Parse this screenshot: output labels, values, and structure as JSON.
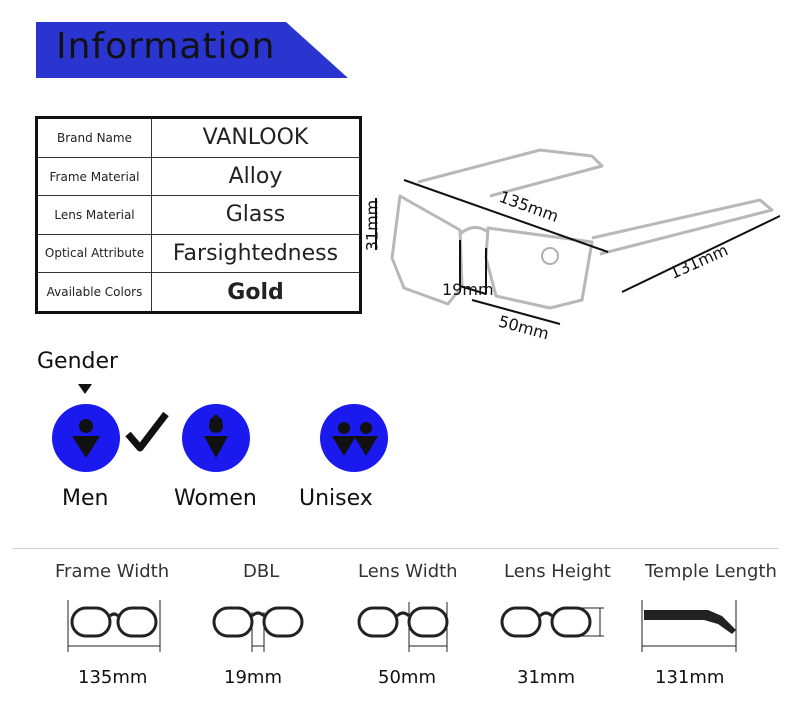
{
  "banner": {
    "title": "Information",
    "color": "#2a35cf"
  },
  "specs": [
    {
      "label": "Brand Name",
      "value": "VANLOOK"
    },
    {
      "label": "Frame Material",
      "value": "Alloy"
    },
    {
      "label": "Lens Material",
      "value": "Glass"
    },
    {
      "label": "Optical Attribute",
      "value": "Farsightedness"
    },
    {
      "label": "Available Colors",
      "value": "Gold"
    }
  ],
  "drawing": {
    "frame_width": "135mm",
    "lens_height": "31mm",
    "bridge": "19mm",
    "lens_width": "50mm",
    "temple": "131mm"
  },
  "gender": {
    "label": "Gender",
    "selected": "Men",
    "options": [
      {
        "name": "Men",
        "icon": "man-icon"
      },
      {
        "name": "Women",
        "icon": "woman-icon"
      },
      {
        "name": "Unisex",
        "icon": "unisex-icon"
      }
    ],
    "circle_color": "#1a1aee"
  },
  "measurements": [
    {
      "label": "Frame Width",
      "value": "135mm",
      "icon": "frame-width-icon"
    },
    {
      "label": "DBL",
      "value": "19mm",
      "icon": "bridge-width-icon"
    },
    {
      "label": "Lens Width",
      "value": "50mm",
      "icon": "lens-width-icon"
    },
    {
      "label": "Lens Height",
      "value": "31mm",
      "icon": "lens-height-icon"
    },
    {
      "label": "Temple Length",
      "value": "131mm",
      "icon": "temple-length-icon"
    }
  ]
}
